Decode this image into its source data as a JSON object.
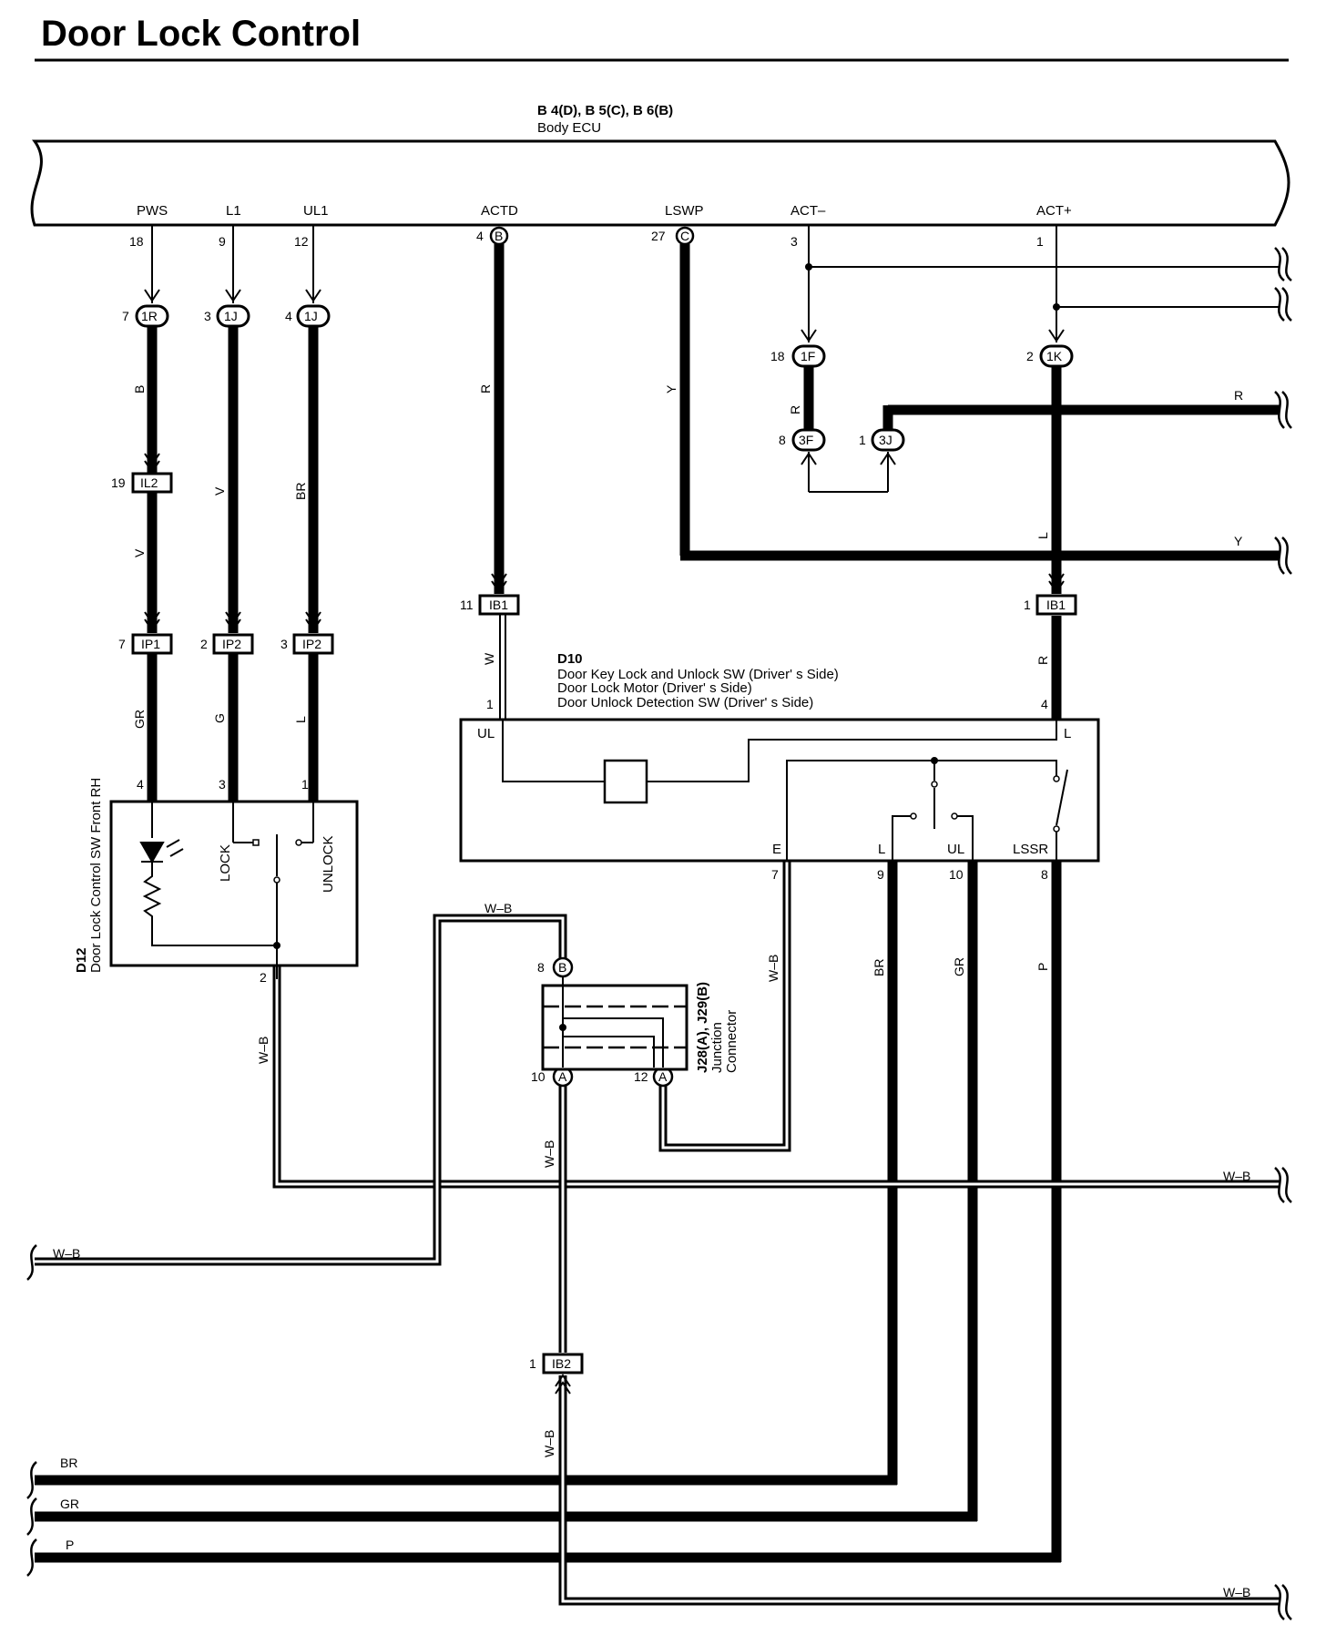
{
  "title": "Door Lock Control",
  "ecu": {
    "code": "B 4(D), B 5(C), B 6(B)",
    "name": "Body ECU",
    "terminals": [
      "PWS",
      "L1",
      "UL1",
      "ACTD",
      "LSWP",
      "ACT–",
      "ACT+"
    ],
    "pins": [
      "18",
      "9",
      "12",
      "4",
      "27",
      "3",
      "1"
    ],
    "connectors": [
      "B",
      "C"
    ]
  },
  "connectors": {
    "ov_1R": "1R",
    "ov_1J_a": "1J",
    "ov_1J_b": "1J",
    "ov_1F": "1F",
    "ov_1K": "1K",
    "ov_3F": "3F",
    "ov_3J": "3J",
    "bx_IL2": "IL2",
    "bx_IP1": "IP1",
    "bx_IP2_a": "IP2",
    "bx_IP2_b": "IP2",
    "bx_IB1_a": "IB1",
    "bx_IB1_b": "IB1",
    "bx_IB2": "IB2",
    "cl_B": "B",
    "cl_A_a": "A",
    "cl_A_b": "A"
  },
  "pins": {
    "p7a": "7",
    "p3a": "3",
    "p4a": "4",
    "p18f": "18",
    "p2k": "2",
    "p8f": "8",
    "p1j": "1",
    "p19": "19",
    "p7b": "7",
    "p2b": "2",
    "p3b": "3",
    "p11": "11",
    "p1ib": "1",
    "d12_4": "4",
    "d12_3": "3",
    "d12_1": "1",
    "d12_2": "2",
    "d10_1": "1",
    "d10_4": "4",
    "d10_7": "7",
    "d10_9": "9",
    "d10_10": "10",
    "d10_8": "8",
    "j_8": "8",
    "j_10": "10",
    "j_12": "12",
    "ib2_1": "1"
  },
  "wires": {
    "w_B": "B",
    "w_V1": "V",
    "w_V2": "V",
    "w_BR1": "BR",
    "w_R1": "R",
    "w_Y1": "Y",
    "w_R2": "R",
    "w_Rright": "R",
    "w_Yright": "Y",
    "w_L": "L",
    "w_GR1": "GR",
    "w_G": "G",
    "w_L2": "L",
    "w_W": "W",
    "w_R3": "R",
    "w_WB1": "W–B",
    "w_WB2": "W–B",
    "w_WB3": "W–B",
    "w_WB4": "W–B",
    "w_WB5": "W–B",
    "w_WB6": "W–B",
    "w_WB7": "W–B",
    "w_WB8": "W–B",
    "w_BR2": "BR",
    "w_GR2": "GR",
    "w_P": "P",
    "w_BRl": "BR",
    "w_GRl": "GR",
    "w_Pl": "P"
  },
  "d12": {
    "code": "D12",
    "name": "Door Lock Control SW Front RH",
    "lock": "LOCK",
    "unlock": "UNLOCK"
  },
  "d10": {
    "code": "D10",
    "line1": "Door Key Lock and Unlock SW (Driver' s Side)",
    "line2": "Door Lock Motor (Driver' s Side)",
    "line3": "Door Unlock Detection SW (Driver' s Side)",
    "t_UL": "UL",
    "t_L": "L",
    "t_E": "E",
    "t_L2": "L",
    "t_UL2": "UL",
    "t_LSSR": "LSSR"
  },
  "junction": {
    "code": "J28(A), J29(B)",
    "name1": "Junction",
    "name2": "Connector"
  }
}
